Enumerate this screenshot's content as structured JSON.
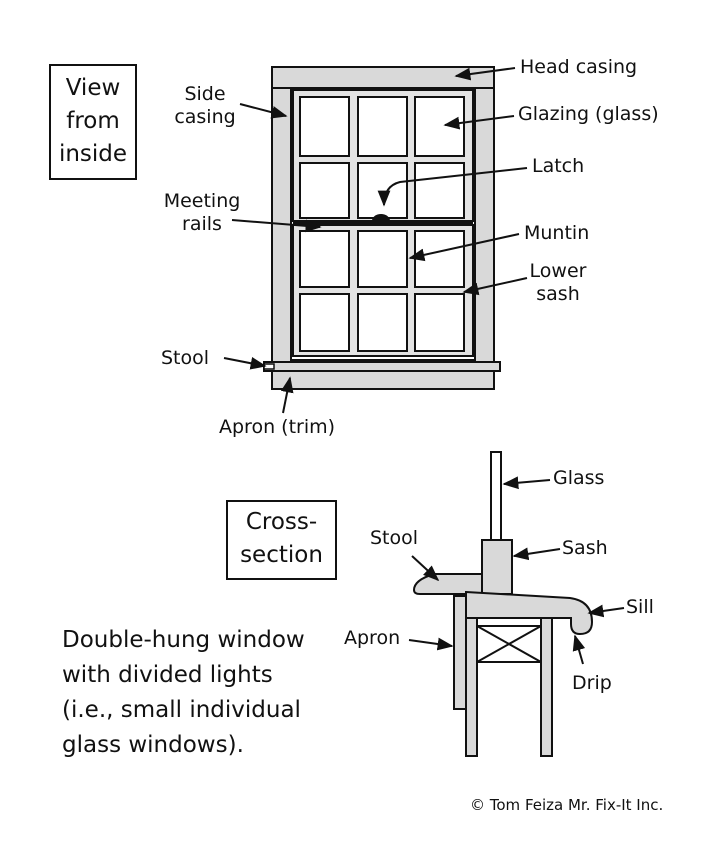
{
  "view_box": [
    "View",
    "from",
    "inside"
  ],
  "cross_box": [
    "Cross-",
    "section"
  ],
  "window_labels": {
    "head_casing": "Head casing",
    "side_casing": [
      "Side",
      "casing"
    ],
    "glazing": "Glazing (glass)",
    "latch": "Latch",
    "meeting_rails": [
      "Meeting",
      "rails"
    ],
    "muntin": "Muntin",
    "lower_sash": [
      "Lower",
      "sash"
    ],
    "stool": "Stool",
    "apron": "Apron (trim)"
  },
  "section_labels": {
    "glass": "Glass",
    "stool": "Stool",
    "sash": "Sash",
    "sill": "Sill",
    "apron": "Apron",
    "drip": "Drip"
  },
  "caption": [
    "Double-hung window",
    "with divided lights",
    "(i.e., small individual",
    "glass windows)."
  ],
  "copyright": "© Tom Feiza Mr. Fix-It Inc."
}
